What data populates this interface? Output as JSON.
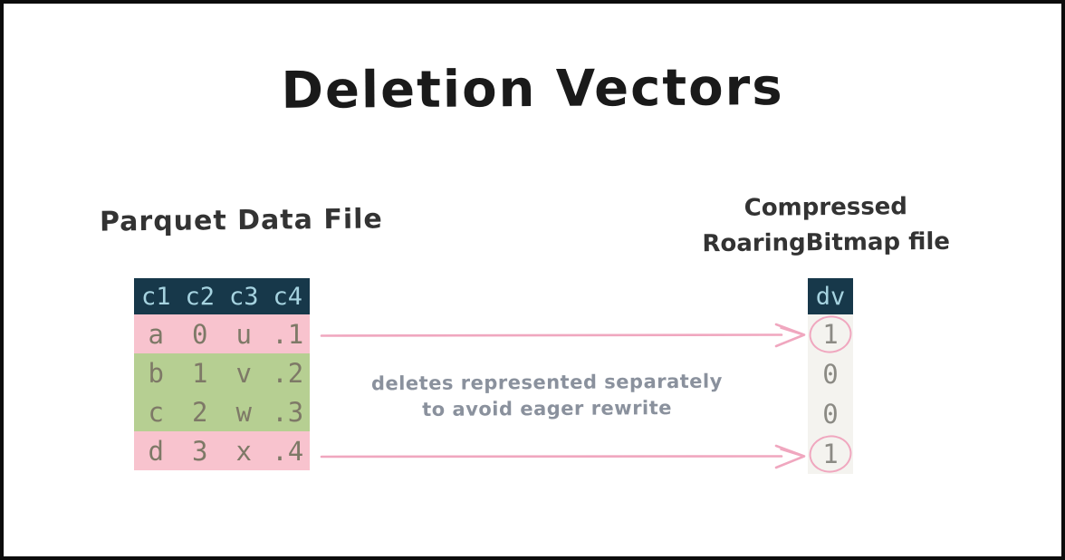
{
  "title": "Deletion Vectors",
  "left": {
    "label": "Parquet Data File",
    "table": {
      "headers": [
        "c1",
        "c2",
        "c3",
        "c4"
      ],
      "rows": [
        {
          "cells": [
            "a",
            "0",
            "u",
            ".1"
          ],
          "state": "deleted"
        },
        {
          "cells": [
            "b",
            "1",
            "v",
            ".2"
          ],
          "state": "kept"
        },
        {
          "cells": [
            "c",
            "2",
            "w",
            ".3"
          ],
          "state": "kept"
        },
        {
          "cells": [
            "d",
            "3",
            "x",
            ".4"
          ],
          "state": "deleted"
        }
      ]
    }
  },
  "right": {
    "label_line1": "Compressed",
    "label_line2": "RoaringBitmap file",
    "column": {
      "header": "dv",
      "values": [
        "1",
        "0",
        "0",
        "1"
      ],
      "circled": [
        true,
        false,
        false,
        true
      ]
    }
  },
  "annotation": {
    "line1": "deletes represented separately",
    "line2": "to avoid eager rewrite"
  },
  "colors": {
    "header_bg": "#17384a",
    "header_text": "#a6d3e0",
    "deleted_row_bg": "#f8c3ce",
    "kept_row_bg": "#b6cf92",
    "cell_text": "#7e7967",
    "dv_body_bg": "#f4f3ef",
    "dv_text": "#8b8a84",
    "arrow_pink": "#f0a7bf",
    "annotation_text": "#8a919d"
  }
}
